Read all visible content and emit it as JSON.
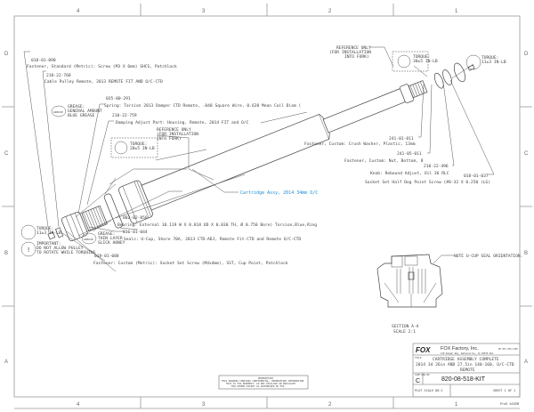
{
  "frame": {
    "columns": [
      "4",
      "3",
      "2",
      "1"
    ],
    "rows": [
      "D",
      "C",
      "B",
      "A"
    ],
    "bottom_columns": [
      "4",
      "3",
      "2",
      "1"
    ]
  },
  "callouts": [
    {
      "part": "018-01-090",
      "desc": "Fastener, Standard (Metric): Screw (M3 X 6mm) SHCS, Patchlock"
    },
    {
      "part": "210-22-768",
      "desc": "Cable Pulley Remote, 2013 REMOTE FIT AND O/C-CTD"
    },
    {
      "part": "035-00-291",
      "desc": "Spring: Torsion 2013 Damper CTD Remote, .040 Square Wire, 0.620 Mean Coil Diam ( "
    },
    {
      "part": "210-22-759",
      "desc": "Damping Adjust Part:  Housing, Remote, 2014 FIT and O/C"
    },
    {
      "part": "002-02-050",
      "desc": "Bearing: External 10.119 W X 0.818 OD X 0.030 TH, Ø 0.750 Bore) Torsion,Blue,Ring"
    },
    {
      "part": "036-01-044",
      "desc": "Seals: U-Cup, Shore 70A, 2013 CTD-ADJ, Remote Fit-CTD and Remote O/C-CTD"
    },
    {
      "part": "019-01-088",
      "desc": "Fastener: Custom (Metric): Socket Set Screw (M4x4mm), SST, Cup Point, Patchlock"
    },
    {
      "part": "241-01-011",
      "desc": "Fastener, Custom: Crush Washer, Plastic, 13mm"
    },
    {
      "part": "241-05-011",
      "desc": "Fastener, Custom: Nut, Bottom, 8"
    },
    {
      "part": "210-22-496",
      "desc": "Knob: Rebound Adjust, Oil 36 RLC"
    },
    {
      "part": "018-01-037",
      "desc": "Socket Set Half Dog Point Screw (#8-32 X 0.250 (LG)"
    }
  ],
  "notes": {
    "reference_only": "REFERENCE ONLY",
    "reference_line2": "(FOR INSTALLATION",
    "reference_line3": "INTO FORK)",
    "torque_label": "TORQUE:",
    "torque_20": "20±5 IN-LB",
    "torque_11": "11±3 IN-LB",
    "torque_30": "30±5 IN-LB",
    "grease_label": "GREASE:",
    "grease_general_1": "GENERAL AMOUNT",
    "grease_general_2": "BLUE GREASE",
    "grease_thin_1": "THIN LAYER",
    "grease_thin_2": "SLICK HONEY",
    "grease_icon_text": "GREASE",
    "important_1": "IMPORTANT:",
    "important_2": "DO NOT ALLOW PULLEY",
    "important_3": "TO ROTATE WHILE TORQUING",
    "cartridge": "Cartridge Assy, 2014 34mm O/C",
    "ucup_note": "NOTE U-CUP SEAL ORIENTATION.",
    "section": "SECTION  A-A",
    "scale": "SCALE  2:1"
  },
  "proprietary": {
    "title": "PROPRIETARY",
    "line1": "THIS DRAWING CONTAINS CONFIDENTIAL, PROPRIETARY INFORMATION",
    "line2": "THAT IS FOX PROPERTY.  DO NOT DISCLOSE OR DUPLICATE",
    "line3": "FOR OTHERS EXCEPT AS AUTHORIZED BY FOX."
  },
  "title_block": {
    "logo": "FOX",
    "company": "FOX Factory, Inc.",
    "address": "130 Hangar Way, Watsonville, CA 95076 USA",
    "phone": "PH 831-768-1100",
    "title_label": "TITLE",
    "title_line1": "CARTRIDGE ASSEMBLY COMPLETE",
    "title_line2": "2014 34 26in AND 27.5in 140-160, O/C-CTD",
    "title_line3": "REMOTE",
    "size_label": "SIZE DWG NO",
    "size": "C",
    "dwg_no": "820-08-518-KIT",
    "plot_scale": "PLOT SCALE 80:1",
    "sheet": "SHEET 1 OF 1",
    "footer": "ProE ASSEM"
  }
}
